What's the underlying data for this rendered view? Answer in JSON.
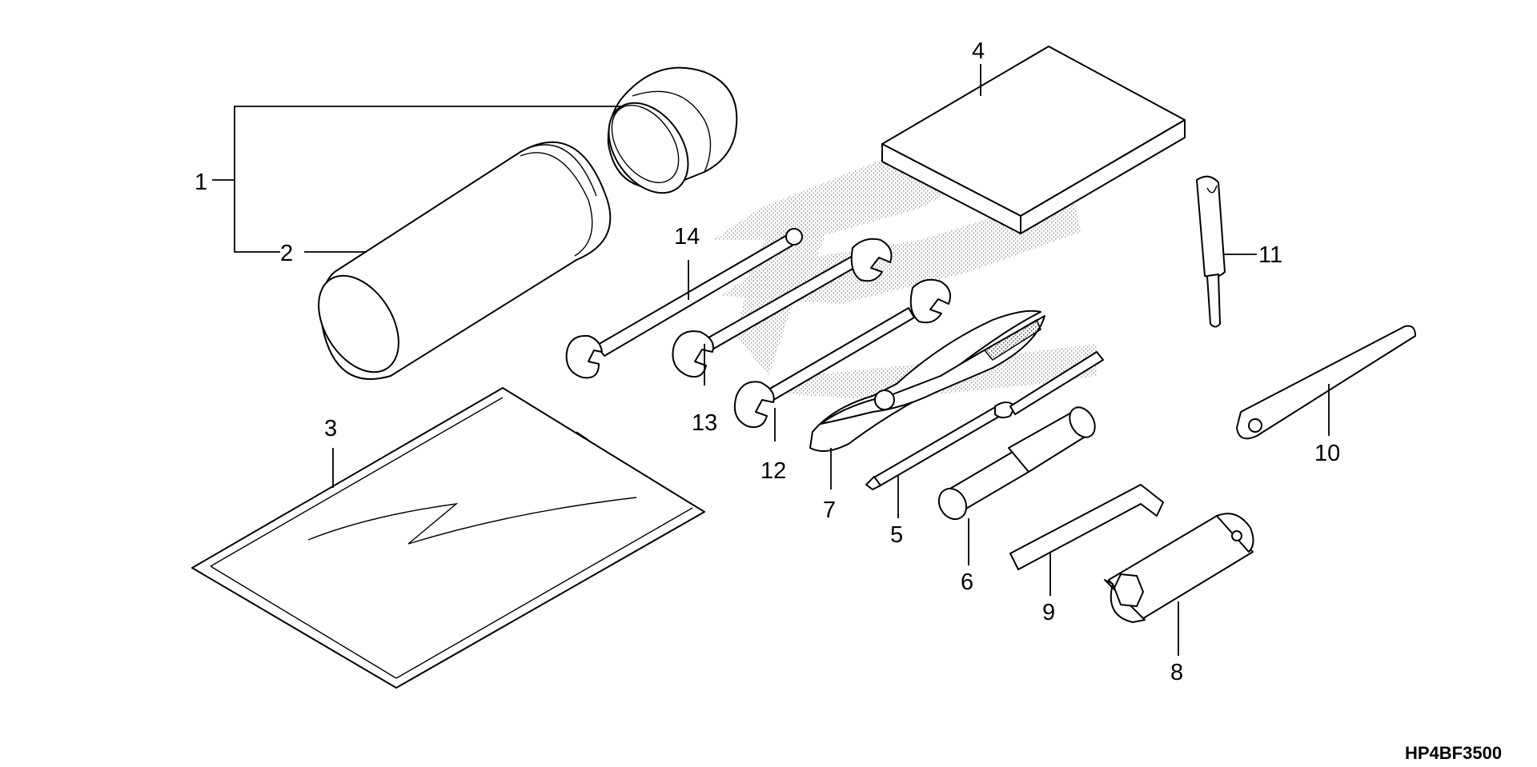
{
  "callouts": {
    "c1": "1",
    "c2": "2",
    "c3": "3",
    "c4": "4",
    "c5": "5",
    "c6": "6",
    "c7": "7",
    "c8": "8",
    "c9": "9",
    "c10": "10",
    "c11": "11",
    "c12": "12",
    "c13": "13",
    "c14": "14"
  },
  "diagram_code": "HP4BF3500"
}
